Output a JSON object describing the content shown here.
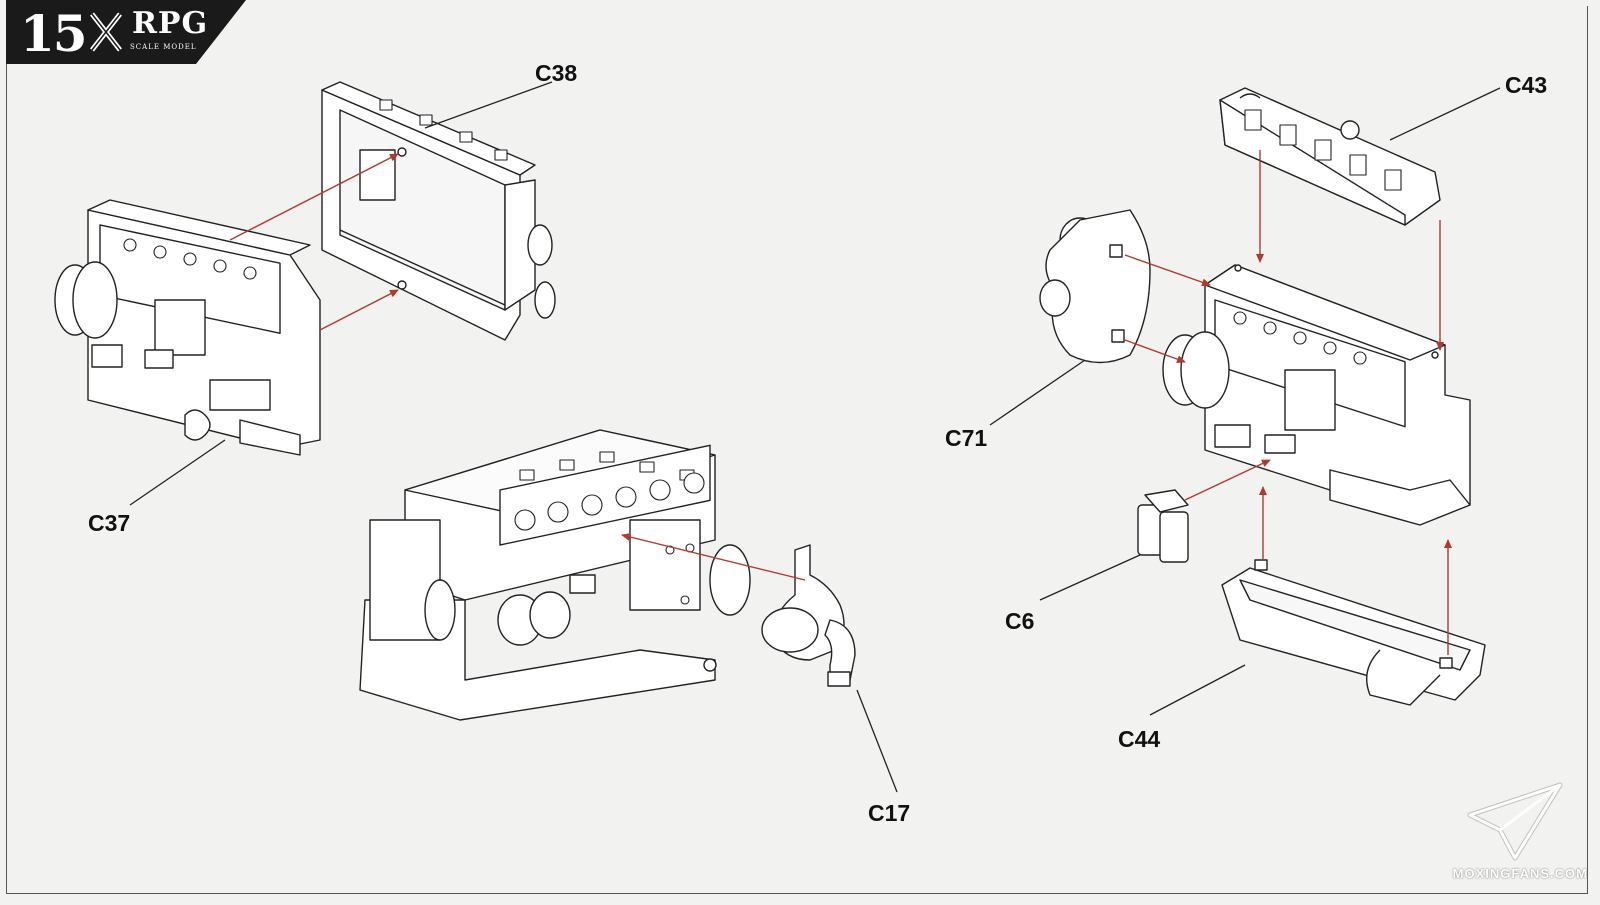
{
  "header": {
    "step_number": "15",
    "brand": "RPG",
    "brand_sub": "SCALE MODEL"
  },
  "parts": [
    {
      "id": "C38",
      "label": "C38"
    },
    {
      "id": "C37",
      "label": "C37"
    },
    {
      "id": "C43",
      "label": "C43"
    },
    {
      "id": "C71",
      "label": "C71"
    },
    {
      "id": "C6",
      "label": "C6"
    },
    {
      "id": "C44",
      "label": "C44"
    },
    {
      "id": "C17",
      "label": "C17"
    }
  ],
  "colors": {
    "arrow": "#b03a2e",
    "line": "#222222",
    "fill": "#ffffff",
    "background": "#f2f2f0"
  },
  "watermark": {
    "text": "MOXINGFANS.COM",
    "icon": "paper-plane-icon"
  }
}
